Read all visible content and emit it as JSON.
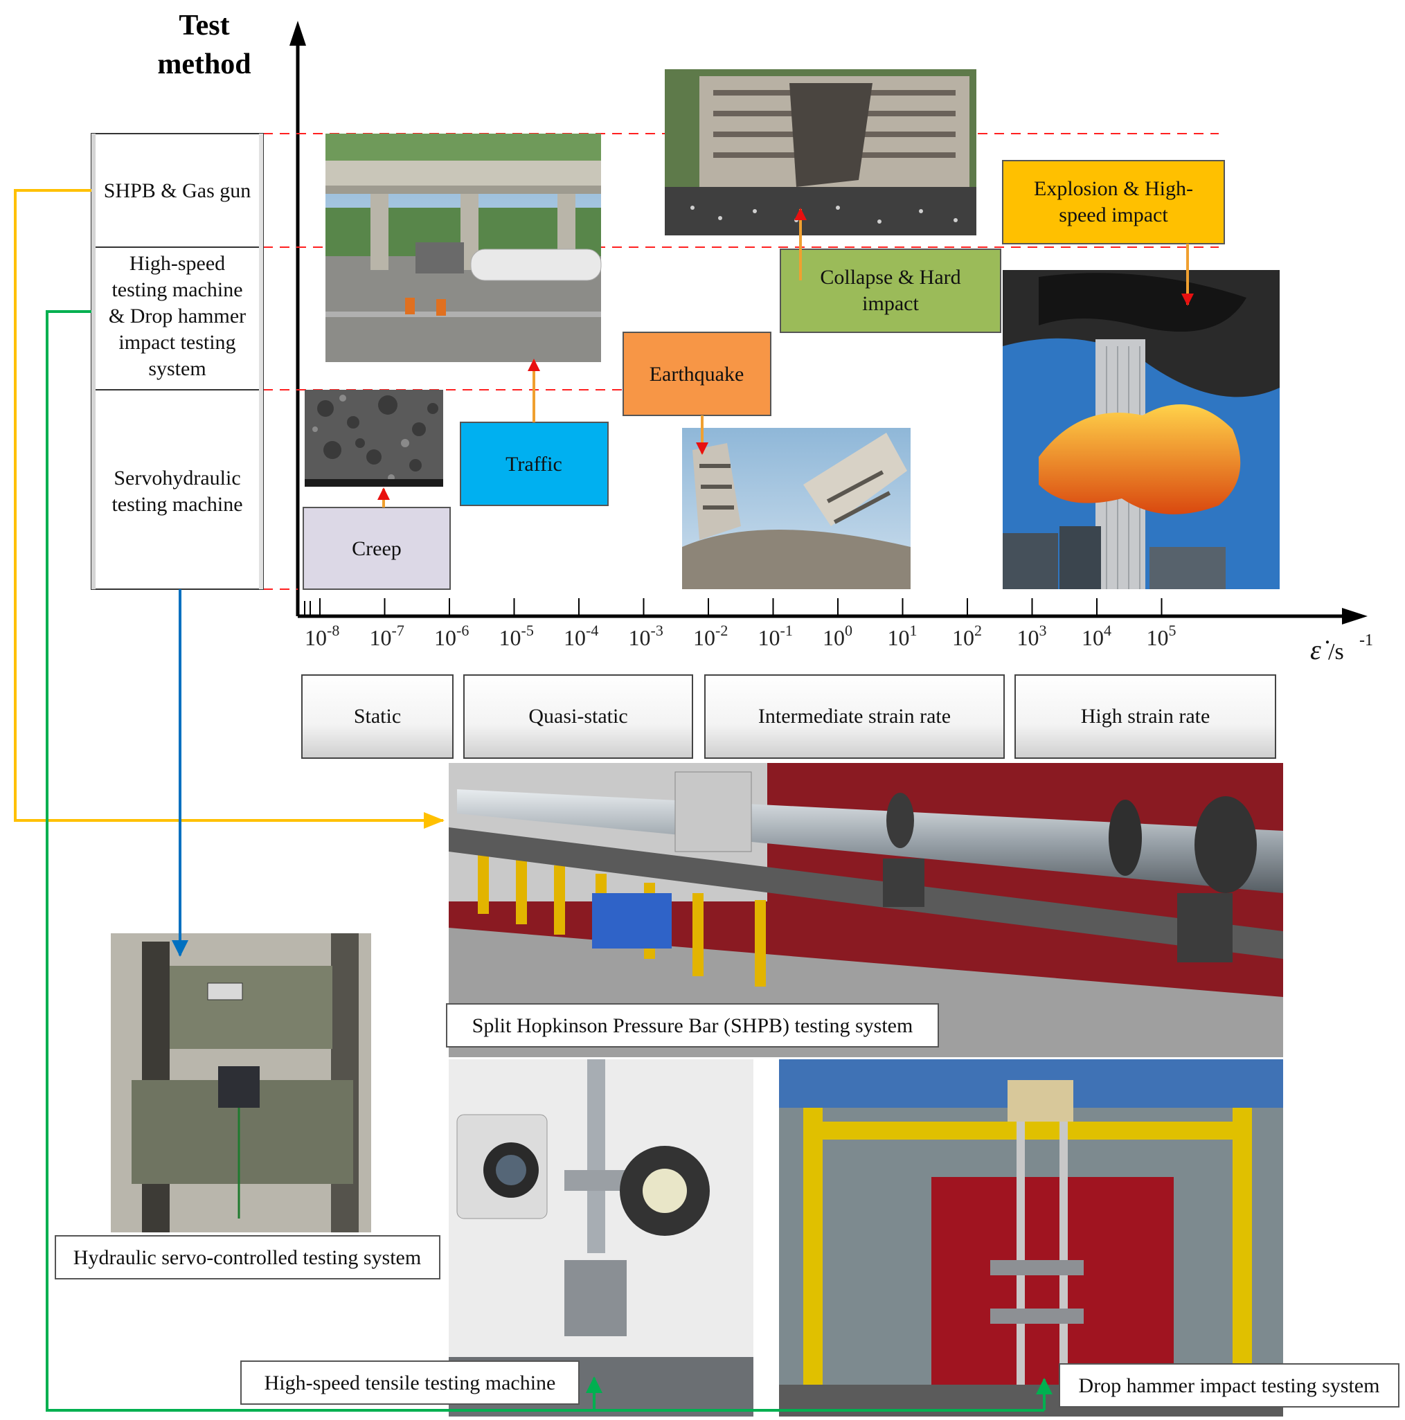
{
  "axis": {
    "y_title_line1": "Test",
    "y_title_line2": "method",
    "x_symbol": "ε̇",
    "x_unit": "/s",
    "x_unit_exp": "-1",
    "ticks": [
      {
        "base": "10",
        "exp": "-8"
      },
      {
        "base": "10",
        "exp": "-7"
      },
      {
        "base": "10",
        "exp": "-6"
      },
      {
        "base": "10",
        "exp": "-5"
      },
      {
        "base": "10",
        "exp": "-4"
      },
      {
        "base": "10",
        "exp": "-3"
      },
      {
        "base": "10",
        "exp": "-2"
      },
      {
        "base": "10",
        "exp": "-1"
      },
      {
        "base": "10",
        "exp": "0"
      },
      {
        "base": "10",
        "exp": "1"
      },
      {
        "base": "10",
        "exp": "2"
      },
      {
        "base": "10",
        "exp": "3"
      },
      {
        "base": "10",
        "exp": "4"
      },
      {
        "base": "10",
        "exp": "5"
      }
    ]
  },
  "methods": {
    "shpb": "SHPB & Gas gun",
    "highspeed": [
      "High-speed",
      "testing machine",
      "& Drop hammer",
      "impact testing",
      "system"
    ],
    "servo": [
      "Servohydraulic",
      "testing machine"
    ]
  },
  "events": {
    "creep": "Creep",
    "traffic": "Traffic",
    "earthquake": "Earthquake",
    "collapse": [
      "Collapse & Hard",
      "impact"
    ],
    "explosion": [
      "Explosion & High-",
      "speed impact"
    ]
  },
  "regimes": {
    "static": "Static",
    "quasi": "Quasi-static",
    "intermediate": "Intermediate strain rate",
    "high": "High strain rate"
  },
  "captions": {
    "shpb_system": "Split Hopkinson Pressure Bar (SHPB) testing system",
    "hydraulic": "Hydraulic servo-controlled testing system",
    "tensile": "High-speed tensile testing machine",
    "drop": "Drop hammer impact testing system"
  },
  "colors": {
    "creep": "#dcd8e6",
    "traffic": "#00b0f0",
    "earthquake": "#f79646",
    "collapse": "#9bbb59",
    "explosion": "#ffc000",
    "yellow_line": "#ffc000",
    "green_line": "#00b050",
    "blue_line": "#0070c0",
    "dashed": "#ff0000"
  }
}
